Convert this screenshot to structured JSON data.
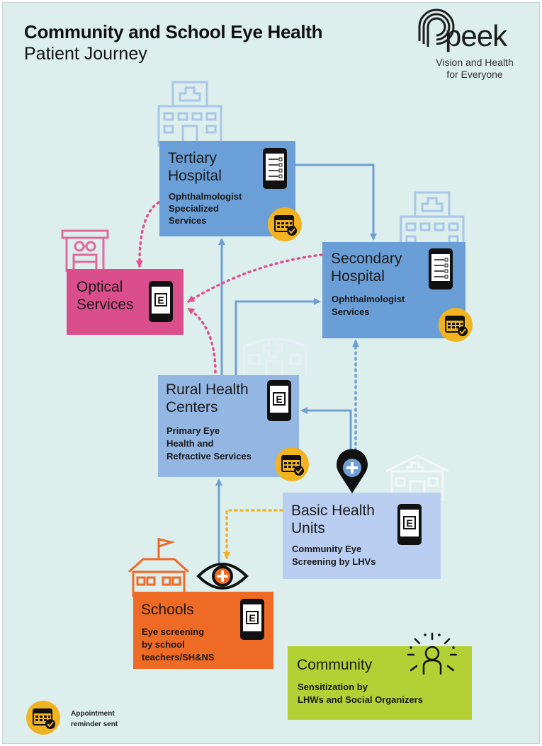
{
  "header": {
    "title": "Community and School Eye Health",
    "subtitle": "Patient Journey"
  },
  "logo": {
    "word": "peek",
    "tagline_1": "Vision and Health",
    "tagline_2": "for Everyone"
  },
  "colors": {
    "background": "#dcefed",
    "tertiary": "#6b9fd8",
    "secondary": "#6a9ed6",
    "optical": "#db4e8c",
    "rural": "#93b6e2",
    "basic": "#b9cef0",
    "schools": "#ef6a24",
    "community": "#b3d134",
    "arrow_blue": "#6f9fd3",
    "arrow_pink": "#e1508e",
    "arrow_yellow": "#f2b321",
    "calendar": "#f2b321"
  },
  "nodes": {
    "tertiary": {
      "title_1": "Tertiary",
      "title_2": "Hospital",
      "sub_1": "Ophthalmologist",
      "sub_2": "Specialized",
      "sub_3": "Services",
      "icon": "hospital-icon"
    },
    "secondary": {
      "title_1": "Secondary",
      "title_2": "Hospital",
      "sub_1": "Ophthalmologist",
      "sub_2": "Services",
      "icon": "hospital-icon"
    },
    "optical": {
      "title_1": "Optical",
      "title_2": "Services",
      "icon": "optical-shop-icon"
    },
    "rural": {
      "title_1": "Rural Health",
      "title_2": "Centers",
      "sub_1": "Primary Eye",
      "sub_2": "Health and",
      "sub_3": "Refractive Services",
      "icon": "clinic-icon"
    },
    "basic": {
      "title_1": "Basic Health",
      "title_2": "Units",
      "sub_1": "Community Eye",
      "sub_2": "Screening by LHVs",
      "icon": "house-icon"
    },
    "schools": {
      "title_1": "Schools",
      "sub_1": "Eye screening",
      "sub_2": "by school",
      "sub_3": "teachers/SH&NS",
      "icon": "school-icon"
    },
    "community": {
      "title_1": "Community",
      "sub_1": "Sensitization by",
      "sub_2": "LHWs and Social Organizers",
      "icon": "community-person-icon"
    }
  },
  "legend": {
    "text_1": "Appointment",
    "text_2": "reminder sent",
    "icon": "calendar-check-icon"
  }
}
